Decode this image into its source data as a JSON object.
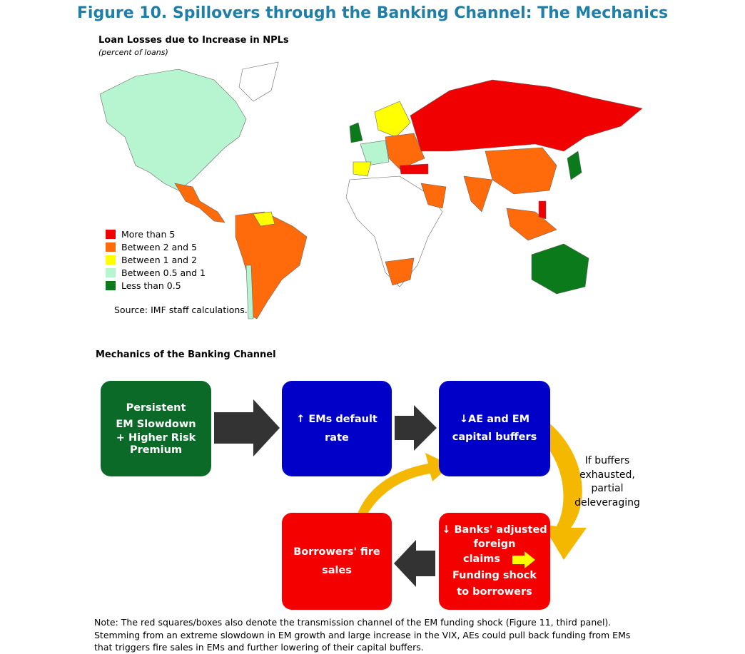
{
  "title": "Figure 10. Spillovers through the Banking Channel: The Mechanics",
  "map": {
    "title": "Loan Losses due to Increase in NPLs",
    "unit": "(percent of loans)",
    "legend": [
      {
        "label": "More than 5",
        "color": "#f00000"
      },
      {
        "label": "Between 2 and 5",
        "color": "#ff6a0a"
      },
      {
        "label": "Between 1 and 2",
        "color": "#ffff00"
      },
      {
        "label": "Between 0.5 and 1",
        "color": "#b6f5cf"
      },
      {
        "label": "Less than 0.5",
        "color": "#0a7a1a"
      }
    ],
    "source": "Source: IMF staff calculations."
  },
  "diagram": {
    "title": "Mechanics of the Banking Channel",
    "box1": [
      "Persistent",
      "EM Slowdown",
      "+ Higher Risk",
      "Premium"
    ],
    "box2": [
      "↑ EMs default",
      "rate"
    ],
    "box3": [
      "↓AE and EM",
      "capital buffers"
    ],
    "box4": [
      "Borrowers' fire",
      "sales"
    ],
    "box5": [
      "↓ Banks' adjusted",
      "foreign",
      "claims",
      "Funding shock",
      "to borrowers"
    ],
    "side_note": [
      "If buffers",
      "exhausted,",
      "partial",
      "deleveraging"
    ]
  },
  "note": "Note: The red squares/boxes also denote the transmission channel of the EM funding shock (Figure 11, third panel). Stemming from an extreme slowdown in EM growth and large increase in the VIX, AEs could pull back funding from EMs that triggers fire sales in EMs and further lowering of their capital buffers."
}
